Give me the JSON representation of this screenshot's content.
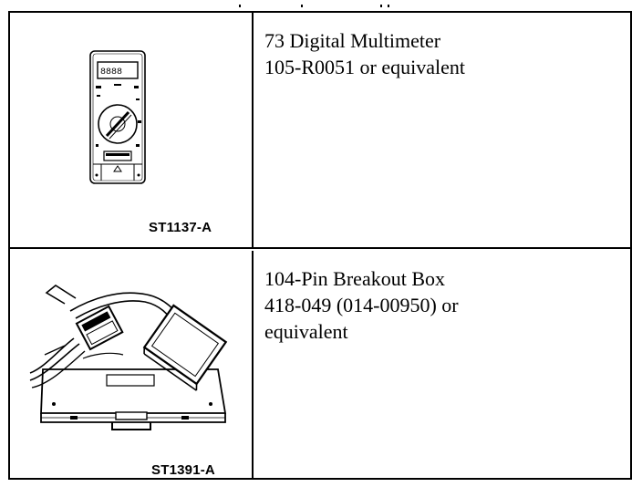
{
  "tools": [
    {
      "description_lines": [
        "73 Digital Multimeter",
        "105-R0051 or equivalent"
      ],
      "figure_label": "ST1137-A",
      "illustration": "digital-multimeter-illustration"
    },
    {
      "description_lines": [
        "104-Pin Breakout Box",
        "418-049 (014-00950) or",
        "equivalent"
      ],
      "figure_label": "ST1391-A",
      "illustration": "breakout-box-illustration"
    }
  ]
}
